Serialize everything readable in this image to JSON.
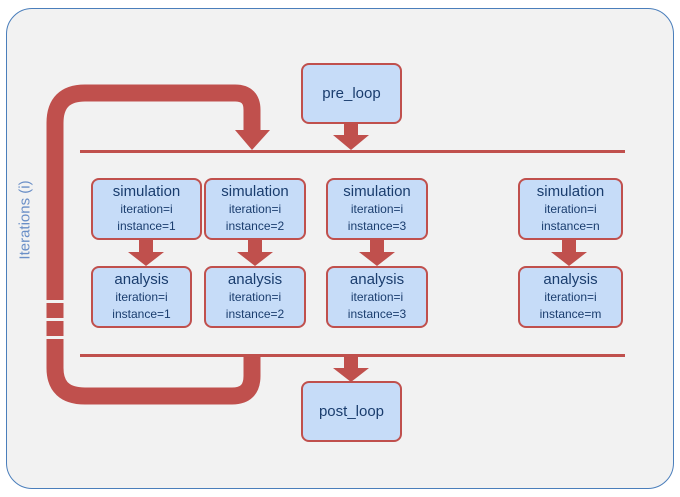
{
  "diagram": {
    "loop_label": "Iterations (i)",
    "pre_loop": {
      "label": "pre_loop"
    },
    "post_loop": {
      "label": "post_loop"
    },
    "columns": [
      {
        "simulation": {
          "title": "simulation",
          "iteration": "iteration=i",
          "instance": "instance=1"
        },
        "analysis": {
          "title": "analysis",
          "iteration": "iteration=i",
          "instance": "instance=1"
        }
      },
      {
        "simulation": {
          "title": "simulation",
          "iteration": "iteration=i",
          "instance": "instance=2"
        },
        "analysis": {
          "title": "analysis",
          "iteration": "iteration=i",
          "instance": "instance=2"
        }
      },
      {
        "simulation": {
          "title": "simulation",
          "iteration": "iteration=i",
          "instance": "instance=3"
        },
        "analysis": {
          "title": "analysis",
          "iteration": "iteration=i",
          "instance": "instance=3"
        }
      },
      {
        "simulation": {
          "title": "simulation",
          "iteration": "iteration=i",
          "instance": "instance=n"
        },
        "analysis": {
          "title": "analysis",
          "iteration": "iteration=i",
          "instance": "instance=m"
        }
      }
    ]
  },
  "colors": {
    "arrow": "#c0504d",
    "box_fill": "#c6dcf8",
    "box_text": "#1a3d6e",
    "label_text": "#6a8fc7",
    "frame_border": "#4a7ebb",
    "frame_fill": "#f2f2f2"
  }
}
